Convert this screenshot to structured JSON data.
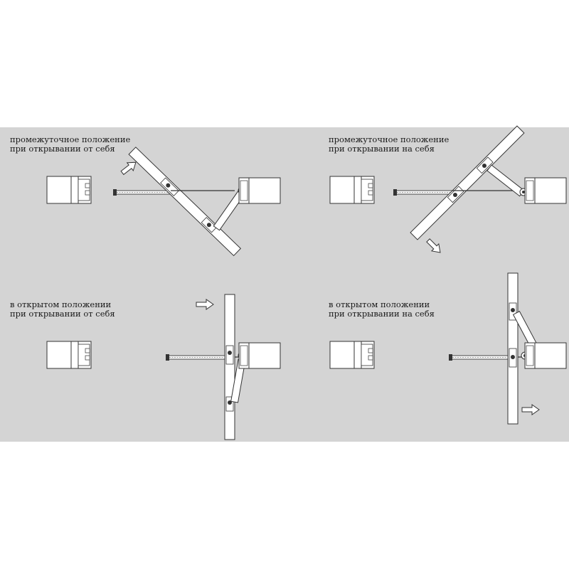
{
  "panels": [
    {
      "line1": "промежуточное положение",
      "line2": "при открывании от себя"
    },
    {
      "line1": "промежуточное положение",
      "line2": "при открывании на себя"
    },
    {
      "line1": "в открытом положении",
      "line2": "при открывании от себя"
    },
    {
      "line1": "в открытом положении",
      "line2": "при открывании на себя"
    }
  ],
  "colors": {
    "background": "#d4d4d4",
    "line": "#333333",
    "fill": "#ffffff"
  },
  "icons": [
    "arrow-icon"
  ]
}
